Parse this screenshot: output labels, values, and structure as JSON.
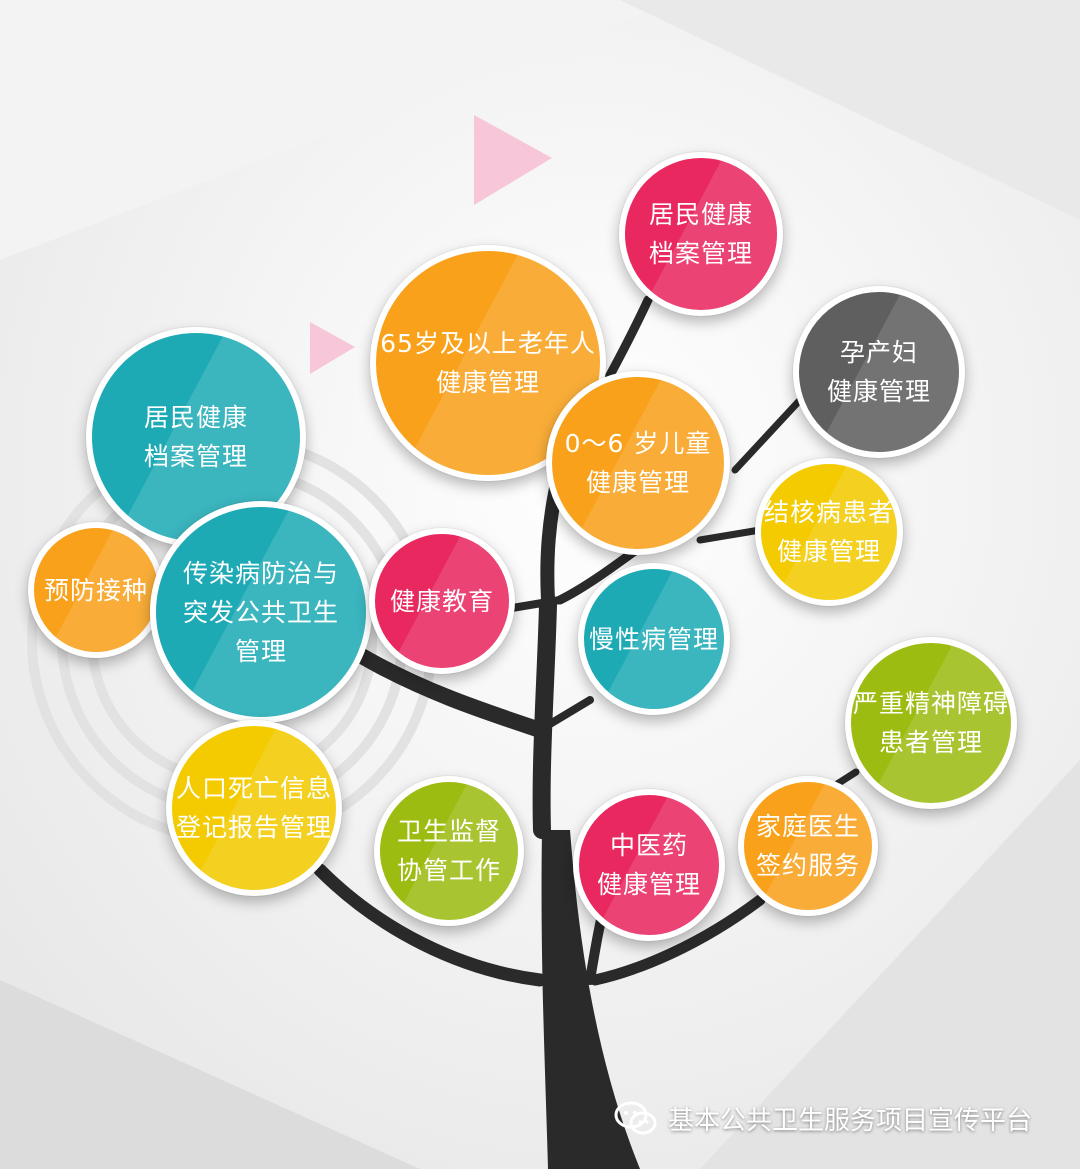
{
  "bubbles": [
    {
      "id": "archive-top",
      "label": "居民健康\n档案管理",
      "color": "#e8285f"
    },
    {
      "id": "elderly",
      "label": "65岁及以上老年人\n健康管理",
      "color": "#f9a11b"
    },
    {
      "id": "pregnant",
      "label": "孕产妇\n健康管理",
      "color": "#5f5f5f"
    },
    {
      "id": "archive-left",
      "label": "居民健康\n档案管理",
      "color": "#1eaab5"
    },
    {
      "id": "children",
      "label": "0～6 岁儿童\n健康管理",
      "color": "#f9a11b"
    },
    {
      "id": "tuberculosis",
      "label": "结核病患者\n健康管理",
      "color": "#f3cb00"
    },
    {
      "id": "vaccination",
      "label": "预防接种",
      "color": "#f9a11b"
    },
    {
      "id": "infectious",
      "label": "传染病防治与\n突发公共卫生\n管理",
      "color": "#1eaab5"
    },
    {
      "id": "education",
      "label": "健康教育",
      "color": "#e8285f"
    },
    {
      "id": "chronic",
      "label": "慢性病管理",
      "color": "#1eaab5"
    },
    {
      "id": "mental",
      "label": "严重精神障碍\n患者管理",
      "color": "#9cbc12"
    },
    {
      "id": "death-reg",
      "label": "人口死亡信息\n登记报告管理",
      "color": "#f3cb00"
    },
    {
      "id": "supervision",
      "label": "卫生监督\n协管工作",
      "color": "#9cbc12"
    },
    {
      "id": "tcm",
      "label": "中医药\n健康管理",
      "color": "#e8285f"
    },
    {
      "id": "family-doctor",
      "label": "家庭医生\n签约服务",
      "color": "#f9a11b"
    }
  ],
  "watermark": {
    "text": "基本公共卫生服务项目宣传平台",
    "icon": "wechat-icon"
  },
  "colors": {
    "trunk": "#2a2a2a",
    "pink": "#f7c6d8"
  }
}
